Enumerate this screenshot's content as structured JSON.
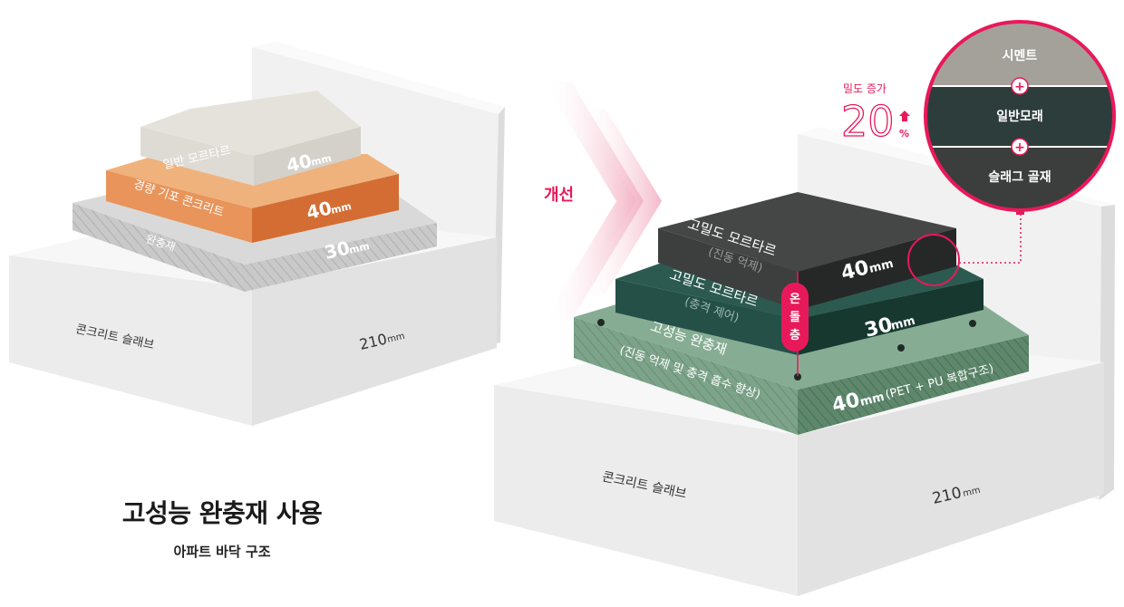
{
  "left": {
    "layers": [
      {
        "name": "일반 모르타르",
        "thickness": "40",
        "unit": "mm"
      },
      {
        "name": "경량 기포 콘크리트",
        "thickness": "40",
        "unit": "mm"
      },
      {
        "name": "완충재",
        "thickness": "30",
        "unit": "mm"
      }
    ],
    "slab": {
      "name": "콘크리트 슬래브",
      "thickness": "210",
      "unit": "mm"
    }
  },
  "arrow_label": "개선",
  "right": {
    "layer1": {
      "name": "고밀도 모르타르",
      "sub": "(진동 억제)",
      "thickness": "40",
      "unit": "mm"
    },
    "layer2": {
      "name": "고밀도 모르타르",
      "sub": "(충격 제어)",
      "thickness": "30",
      "unit": "mm"
    },
    "layer3": {
      "name": "고성능 완충재",
      "sub": "(진동 억제 및 충격 흡수 향상)",
      "thickness": "40",
      "unit": "mm",
      "note": "(PET + PU 복합구조)"
    },
    "slab": {
      "name": "콘크리트 슬래브",
      "thickness": "210",
      "unit": "mm"
    },
    "ondol": [
      "온",
      "돌",
      "층"
    ]
  },
  "density": {
    "label": "밀도 증가",
    "value": "20",
    "unit": "%"
  },
  "magnifier": {
    "items": [
      "시멘트",
      "일반모래",
      "슬래그 골재"
    ],
    "plus": "+"
  },
  "caption": {
    "title": "고성능 완충재 사용",
    "subtitle": "아파트 바닥 구조"
  },
  "colors": {
    "accent": "#e8195a",
    "mortar_dark": "#3b3d3d",
    "mortar_green": "#1f4a43",
    "buffer_green": "#7fa58b",
    "orange": "#e0894a"
  }
}
